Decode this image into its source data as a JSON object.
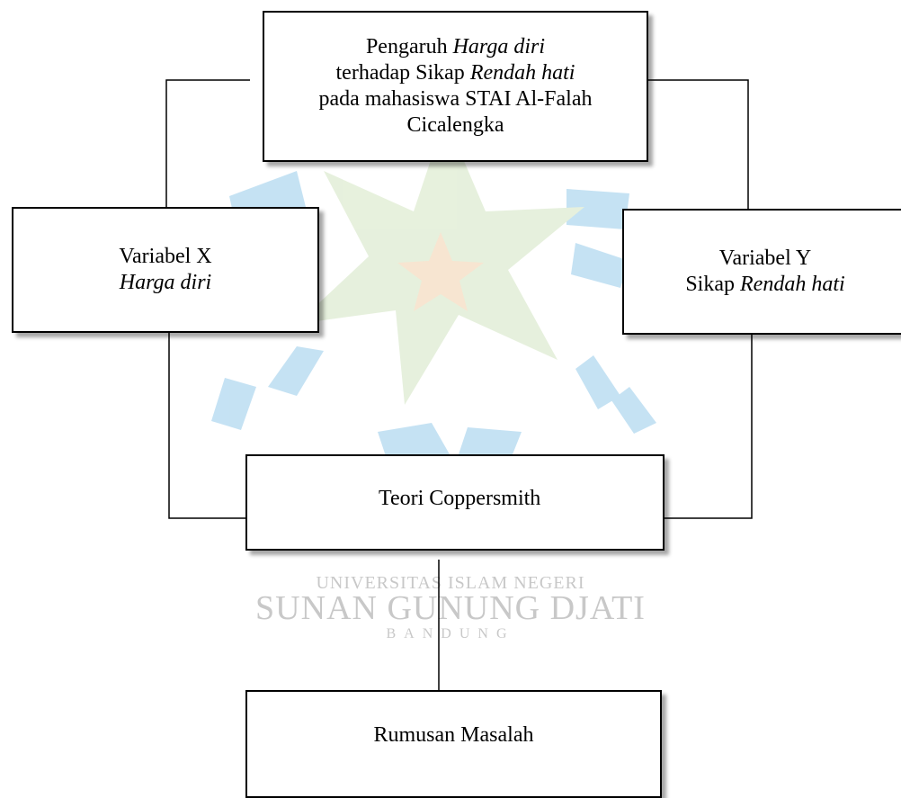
{
  "boxes": {
    "title": {
      "line1_prefix": "Pengaruh ",
      "line1_italic": "Harga diri",
      "line2_prefix": "terhadap Sikap ",
      "line2_italic": "Rendah hati",
      "line3": "pada mahasiswa STAI Al-Falah",
      "line4": "Cicalengka"
    },
    "variable_x": {
      "label": "Variabel X",
      "italic": "Harga diri"
    },
    "variable_y": {
      "label": "Variabel Y",
      "prefix": "Sikap ",
      "italic": "Rendah hati"
    },
    "theory": {
      "label": "Teori Coppersmith"
    },
    "problem": {
      "label": "Rumusan Masalah"
    }
  },
  "watermark": {
    "line1": "UNIVERSITAS ISLAM NEGERI",
    "line2": "SUNAN GUNUNG DJATI",
    "line3": "BANDUNG",
    "colors": {
      "blue": "#7fbfe6",
      "green": "#c9dfb4",
      "star": "#efc79a"
    }
  }
}
